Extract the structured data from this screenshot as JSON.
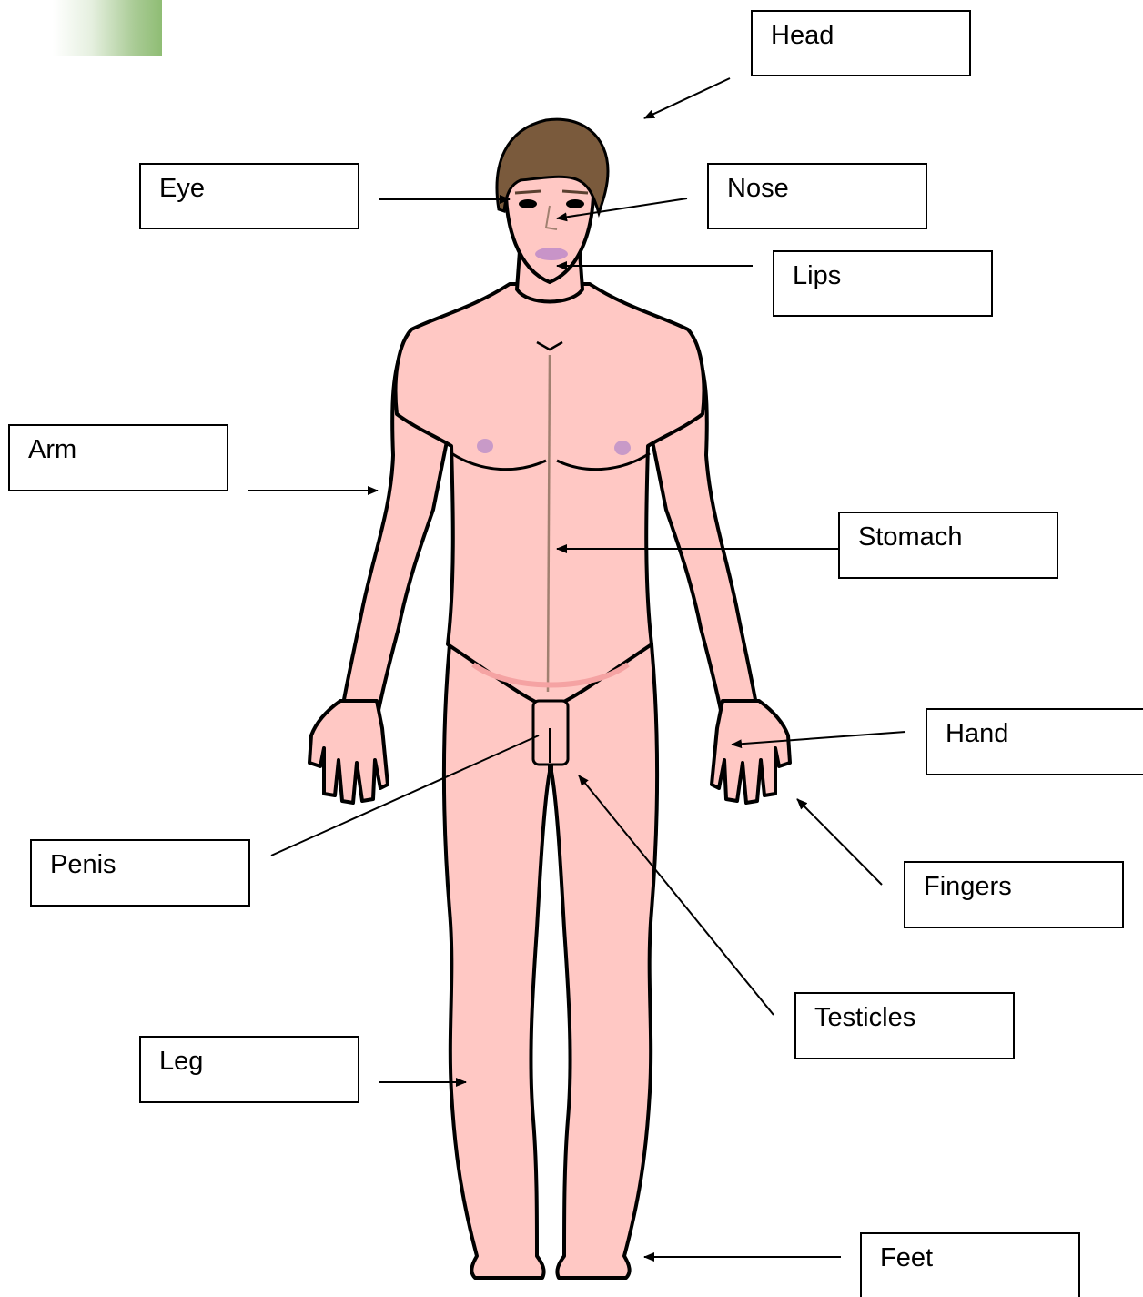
{
  "labels": {
    "head": "Head",
    "eye": "Eye",
    "nose": "Nose",
    "lips": "Lips",
    "arm": "Arm",
    "stomach": "Stomach",
    "hand": "Hand",
    "penis": "Penis",
    "fingers": "Fingers",
    "testicles": "Testicles",
    "leg": "Leg",
    "feet": "Feet"
  },
  "colors": {
    "skin": "#ffc8c4",
    "skin_shadow": "#f5a3a3",
    "outline": "#000000",
    "hair": "#7a5a3c",
    "lips": "#c894c8",
    "nipple": "#c89ac8",
    "corner_accent": "#8fbd74"
  }
}
